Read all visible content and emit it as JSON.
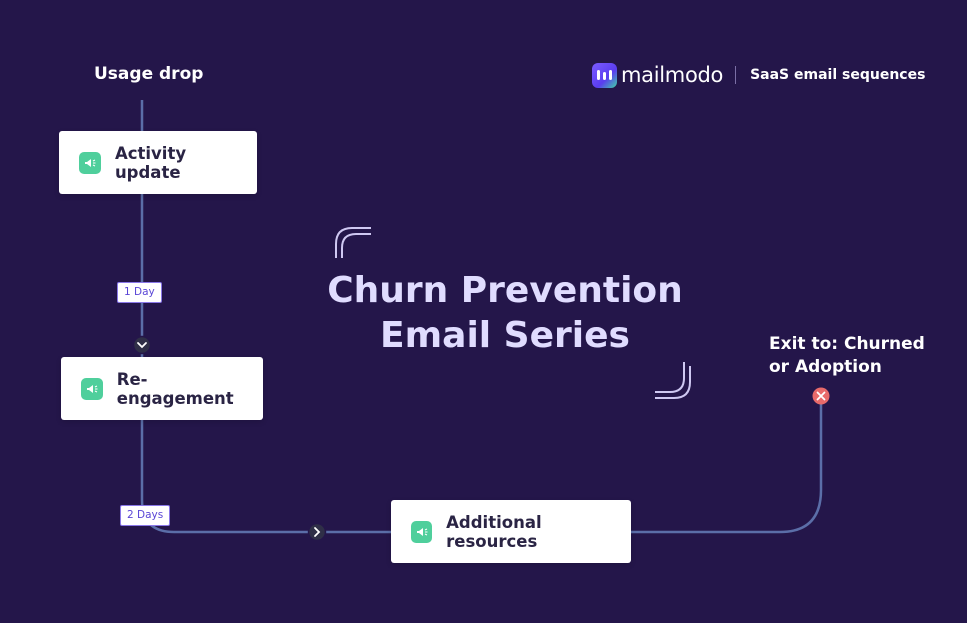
{
  "trigger": {
    "label": "Usage drop"
  },
  "brand": {
    "name": "mailmodo",
    "tagline": "SaaS email sequences"
  },
  "title": {
    "line1": "Churn Prevention",
    "line2": "Email Series"
  },
  "steps": [
    {
      "label": "Activity update",
      "icon": "megaphone-icon"
    },
    {
      "label": "Re-engagement",
      "icon": "megaphone-icon"
    },
    {
      "label": "Additional resources",
      "icon": "megaphone-icon"
    }
  ],
  "delays": [
    {
      "label": "1 Day"
    },
    {
      "label": "2 Days"
    }
  ],
  "exit": {
    "line1": "Exit to: Churned",
    "line2": "or Adoption",
    "icon": "close-icon"
  },
  "colors": {
    "background": "#24164a",
    "connector": "#5b6ea8",
    "icon_badge": "#4fcf9c",
    "delay_text": "#5a46d6",
    "title": "#e0dcff",
    "exit_badge": "#e86a6a"
  }
}
